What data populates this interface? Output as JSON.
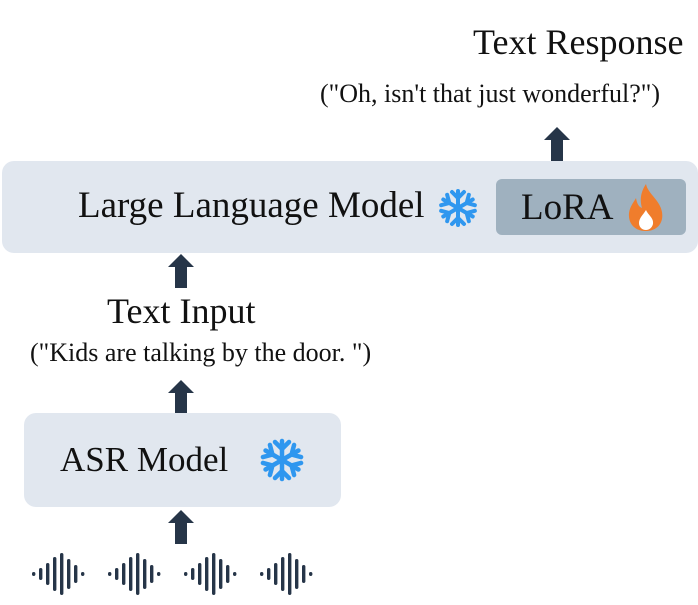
{
  "diagram": {
    "output": {
      "title": "Text Response",
      "example": "(\"Oh, isn't that just wonderful?\")"
    },
    "llm": {
      "label": "Large Language Model",
      "status_icon": "snowflake-icon",
      "adapter": {
        "label": "LoRA",
        "status_icon": "fire-icon"
      }
    },
    "text_input": {
      "title": "Text Input",
      "example": "(\"Kids are talking by the door. \")"
    },
    "asr": {
      "label": "ASR Model",
      "status_icon": "snowflake-icon"
    },
    "audio_input_icon": "audio-waveform-icon"
  },
  "colors": {
    "box": "#e1e7ef",
    "adapter_box": "#9fb1bf",
    "arrow": "#263548",
    "snowflake": "#2f97ef",
    "fire": "#f07d2c"
  }
}
